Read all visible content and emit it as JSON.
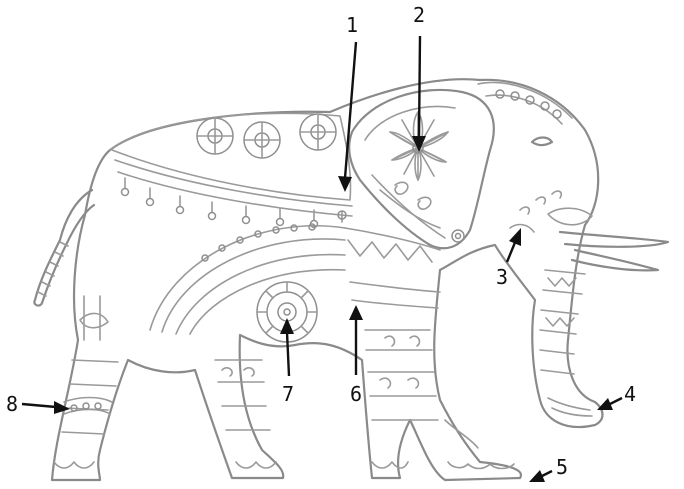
{
  "callouts": [
    {
      "id": "1",
      "label": "1"
    },
    {
      "id": "2",
      "label": "2"
    },
    {
      "id": "3",
      "label": "3"
    },
    {
      "id": "4",
      "label": "4"
    },
    {
      "id": "5",
      "label": "5"
    },
    {
      "id": "6",
      "label": "6"
    },
    {
      "id": "7",
      "label": "7"
    },
    {
      "id": "8",
      "label": "8"
    }
  ],
  "colors": {
    "line_art": "#8a8a8a",
    "arrows": "#111111",
    "background": "#ffffff"
  }
}
